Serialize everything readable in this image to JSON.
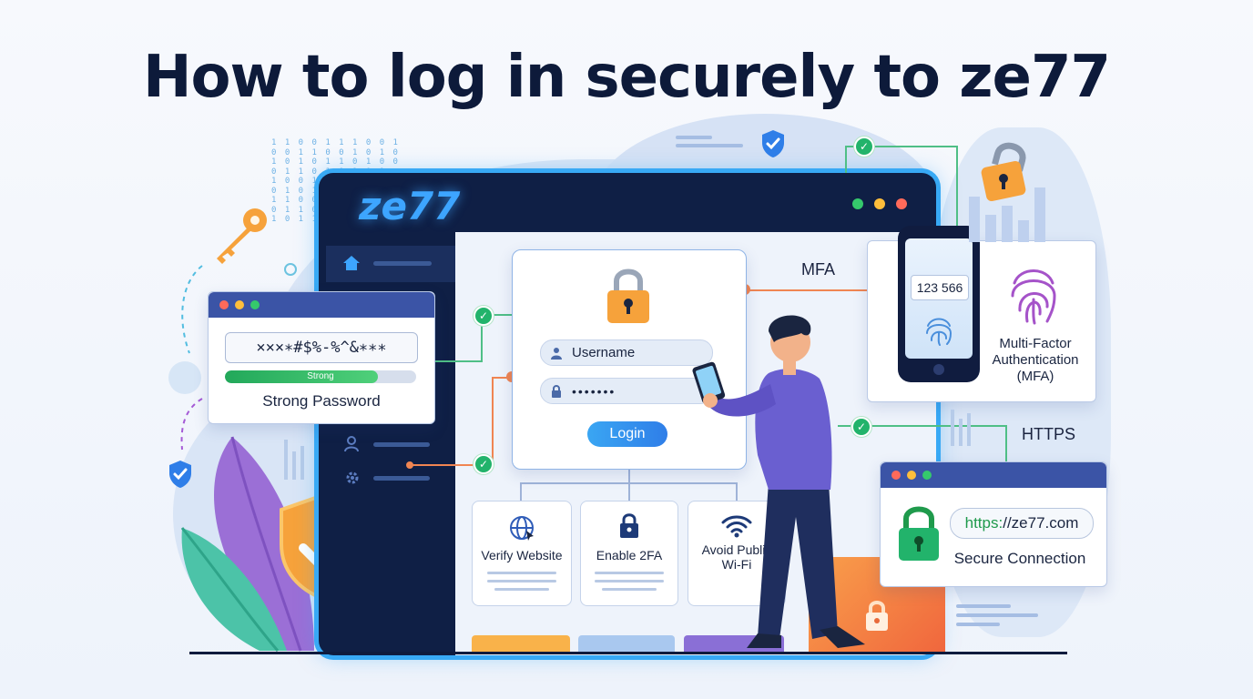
{
  "title": "How to log in securely to ze77",
  "brand": "ze77",
  "password_card": {
    "masked_text": "×××∗#$%‐%^&∗∗∗",
    "strength_label": "Strong",
    "caption": "Strong Password",
    "strength": 0.8
  },
  "login_form": {
    "username_placeholder": "Username",
    "password_mask": "•••••••",
    "login_label": "Login"
  },
  "tips": [
    {
      "label": "Verify Website",
      "icon": "globe-icon"
    },
    {
      "label": "Enable 2FA",
      "icon": "lock-icon"
    },
    {
      "label": "Avoid Public Wi-Fi",
      "icon": "wifi-icon"
    }
  ],
  "mfa": {
    "label": "MFA",
    "code": "123 566",
    "caption": "Multi-Factor Authentication (MFA)"
  },
  "https": {
    "label": "HTTPS",
    "url": "https://ze77.com",
    "caption": "Secure Connection"
  },
  "binary_rows": [
    "1 1 0 0 1 1 1 0 0 1",
    "0 0 1 1 0 0 1 0 1 0",
    "1 0 1 0 1 1 0 1 0 0",
    "0 1 1 0 1 0 1 0 1",
    "1 0 0 1 0 1 1 0",
    "0 1 0 1 1 0 1",
    "1 1 0 0 1 0",
    "0 1 1 0 1",
    "1 0 1 1"
  ],
  "colors": {
    "navy": "#0d1a3a",
    "accent_blue": "#3da5ff",
    "success_green": "#22b36b",
    "warning_orange": "#f08552",
    "shield_orange": "#f6a23b"
  }
}
